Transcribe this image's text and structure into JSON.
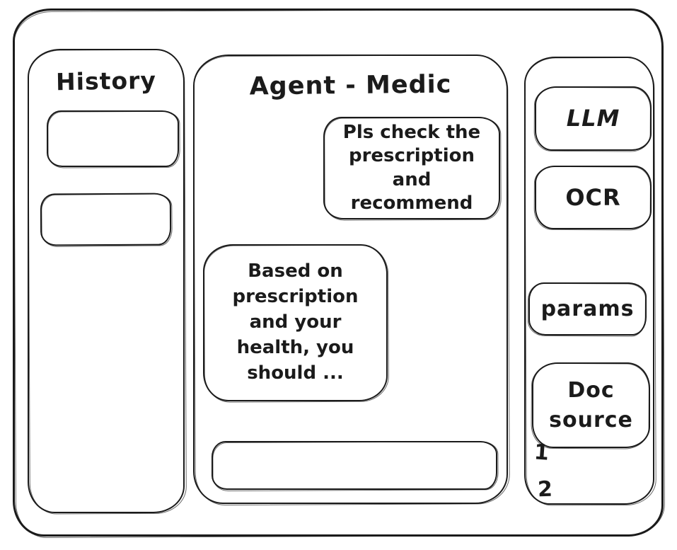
{
  "window": {
    "history_panel": {
      "title": "History",
      "items": [
        {
          "label": ""
        },
        {
          "label": ""
        }
      ]
    },
    "chat_panel": {
      "title": "Agent - Medic",
      "messages": {
        "user": "Pls check the prescription and recommend",
        "assistant": "Based on prescription and your health, you should ..."
      },
      "input": {
        "value": "",
        "placeholder": ""
      }
    },
    "tools_panel": {
      "llm_label": "LLM",
      "ocr_label": "OCR",
      "params_label": "params",
      "doc_source_label": "Doc source",
      "doc_list": [
        "1",
        "2"
      ]
    },
    "colors": {
      "stroke": "#1b1b1b",
      "background": "#ffffff"
    }
  }
}
